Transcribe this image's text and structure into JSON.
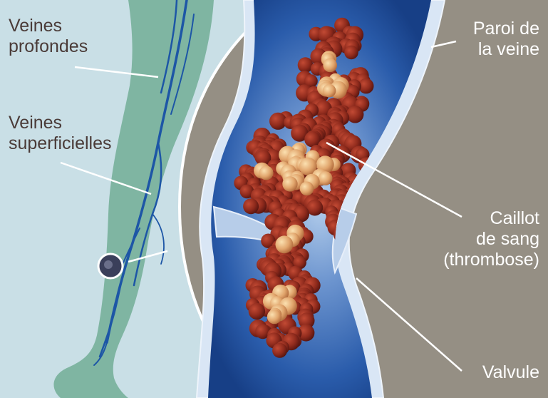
{
  "labels": {
    "deep_veins": "Veines\nprofondes",
    "superficial_veins": "Veines\nsuperficielles",
    "vein_wall": "Paroi de\nla veine",
    "clot": "Caillot\nde sang\n(thrombose)",
    "valve": "Valvule"
  },
  "colors": {
    "background_left": "#c9dfe6",
    "leg": "#7fb5a2",
    "veins": "#1d56a6",
    "tissue": "#958f84",
    "vein_lumen": "#1f4e9f",
    "clot_dark": "#8e2a1c",
    "clot_light": "#e6b27a",
    "text_dark": "#4a3b38",
    "text_light": "#ffffff"
  }
}
